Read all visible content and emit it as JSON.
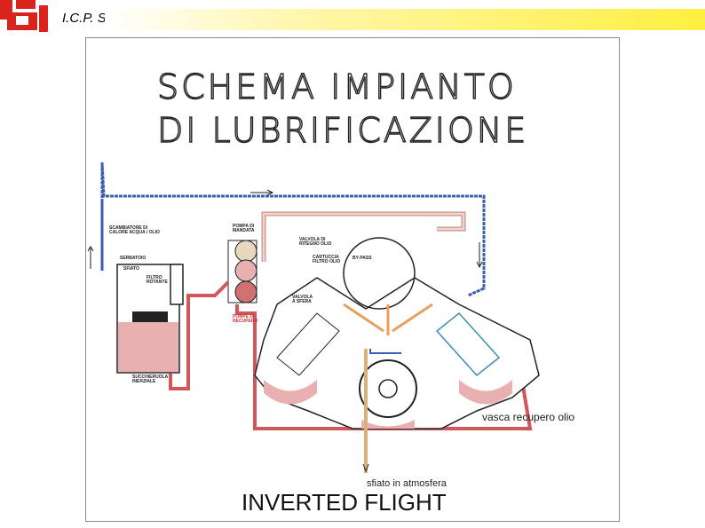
{
  "header": {
    "company": "I.C.P. Srl",
    "brand_color": "#d9231d",
    "bar_color": "#ffef40"
  },
  "diagram": {
    "title_line1": "SCHEMA IMPIANTO",
    "title_line2": "DI LUBRIFICAZIONE",
    "labels": {
      "scambiatore": "SCAMBIATORE DI\nCALORE ACQUA / OLIO",
      "serbatoio": "SERBATOIO",
      "sfiato": "SFIATO",
      "filtro": "FILTRO\nROTANTE",
      "succhieruola": "SUCCHIERUOLA\nINERZIALE",
      "pompa_mandata": "POMPA DI\nMANDATA",
      "pompe_recupero": "POMPE DI\nRECUPERO",
      "valvola_ritegno": "VALVOLA DI\nRITEGNO OLIO",
      "cartuccia": "CARTUCCIA\nFILTRO OLIO",
      "bypass": "BY-PASS",
      "valvola_sfera": "VALVOLA\nA SFERA",
      "vasca": "vasca recupero olio",
      "sfiato_atm": "sfiato in atmosfera"
    },
    "caption": "INVERTED FLIGHT",
    "colors": {
      "pressure_line": "#3a5fb0",
      "return_line": "#d0585b",
      "oil_fill": "#e8b0b0",
      "breather": "#d9b27a"
    }
  }
}
